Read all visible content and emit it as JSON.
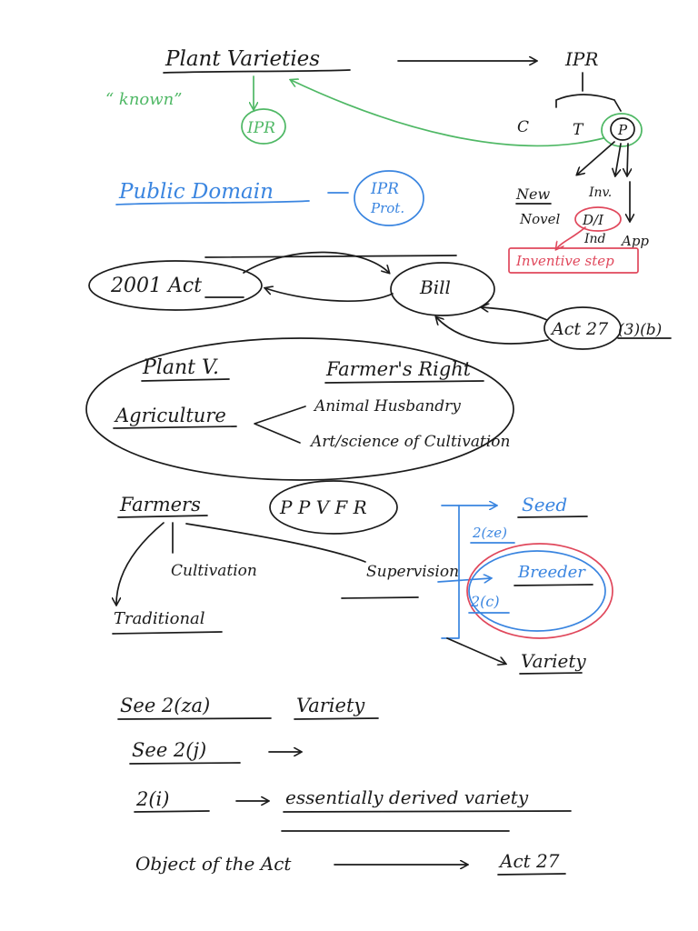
{
  "colors": {
    "ink": "#1b1b1b",
    "green": "#4fb865",
    "blue": "#3a85e0",
    "red": "#e0485c"
  },
  "top": {
    "plant_varieties": "Plant Varieties",
    "ipr_right": "IPR",
    "known": "“ known”",
    "ipr_circle": "IPR",
    "c": "C",
    "t": "T",
    "p": "P"
  },
  "patent": {
    "new": "New",
    "inv": "Inv.",
    "novel": "Novel",
    "di": "D/I",
    "ind": "Ind",
    "app": "App",
    "inventive_step": "Inventive step"
  },
  "public_domain": {
    "label": "Public Domain",
    "ipr": "IPR",
    "prot": "Prot."
  },
  "act_row": {
    "act2001": "2001   Act",
    "bill": "Bill",
    "act27": "Act 27",
    "section": "(3)(b)"
  },
  "ellipse": {
    "plant_v": "Plant V.",
    "farmers_right": "Farmer's Right",
    "agriculture": "Agriculture",
    "animal_husbandry": "Animal Husbandry",
    "art_science": "Art/science of Cultivation"
  },
  "ppvfr": {
    "farmers": "Farmers",
    "ppvfr": "P P V F R",
    "cultivation": "Cultivation",
    "supervision": "Supervision",
    "traditional": "Traditional",
    "seed": "Seed",
    "s2ze": "2(ze)",
    "breeder": "Breeder",
    "s2c": "2(c)",
    "variety": "Variety"
  },
  "bottom": {
    "see2za": "See 2(za)",
    "variety": "Variety",
    "see2j": "See 2(j)",
    "arrow": "→",
    "s2i": "2(i)",
    "edv": "essentially derived variety",
    "object": "Object of the Act",
    "act27": "Act 27"
  }
}
